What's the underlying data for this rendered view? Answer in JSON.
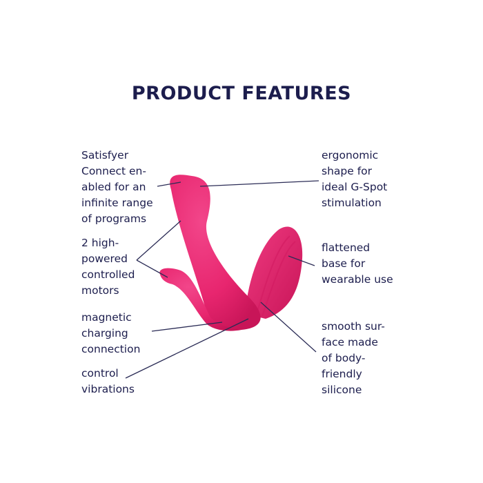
{
  "title": "PRODUCT FEATURES",
  "colors": {
    "text": "#1c1d4d",
    "product": "#e8266f",
    "line": "#2a2b55"
  },
  "features": {
    "left": [
      {
        "text": "Satisfyer\nConnect en-\nabled for an\ninfinite range\nof programs"
      },
      {
        "text": "2 high-\npowered\ncontrolled\nmotors"
      },
      {
        "text": "magnetic\ncharging\nconnection"
      },
      {
        "text": "control\nvibrations"
      }
    ],
    "right": [
      {
        "text": "ergonomic\nshape for\nideal G-Spot\nstimulation"
      },
      {
        "text": "flattened\nbase for\nwearable use"
      },
      {
        "text": "smooth sur-\nface made\nof body-\nfriendly\nsilicone"
      }
    ]
  }
}
